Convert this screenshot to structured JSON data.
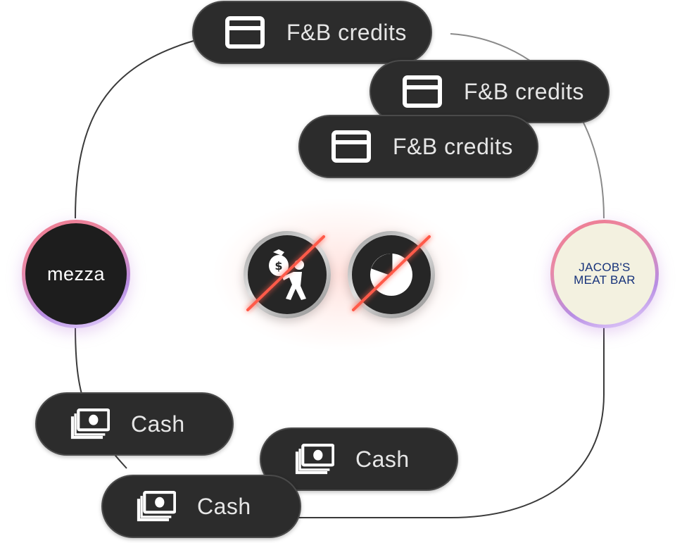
{
  "credits": [
    {
      "label": "F&B credits",
      "icon": "card-icon"
    },
    {
      "label": "F&B credits",
      "icon": "card-icon"
    },
    {
      "label": "F&B credits",
      "icon": "card-icon"
    }
  ],
  "cash": [
    {
      "label": "Cash",
      "icon": "banknote-icon"
    },
    {
      "label": "Cash",
      "icon": "banknote-icon"
    },
    {
      "label": "Cash",
      "icon": "banknote-icon"
    }
  ],
  "logos": {
    "mezza": "mezza",
    "jacobs_line1": "JACOB'S",
    "jacobs_line2": "MEAT BAR"
  },
  "blocked": [
    {
      "icon": "money-bag-runner-icon"
    },
    {
      "icon": "pie-chart-icon"
    }
  ],
  "colors": {
    "pill_bg": "#2c2c2c",
    "pill_text": "#e6e6e6",
    "slash_red": "#ff5a4a",
    "jacobs_text": "#16327a",
    "logo_ring_start": "#f07a8e",
    "logo_ring_end": "#b78de3"
  }
}
